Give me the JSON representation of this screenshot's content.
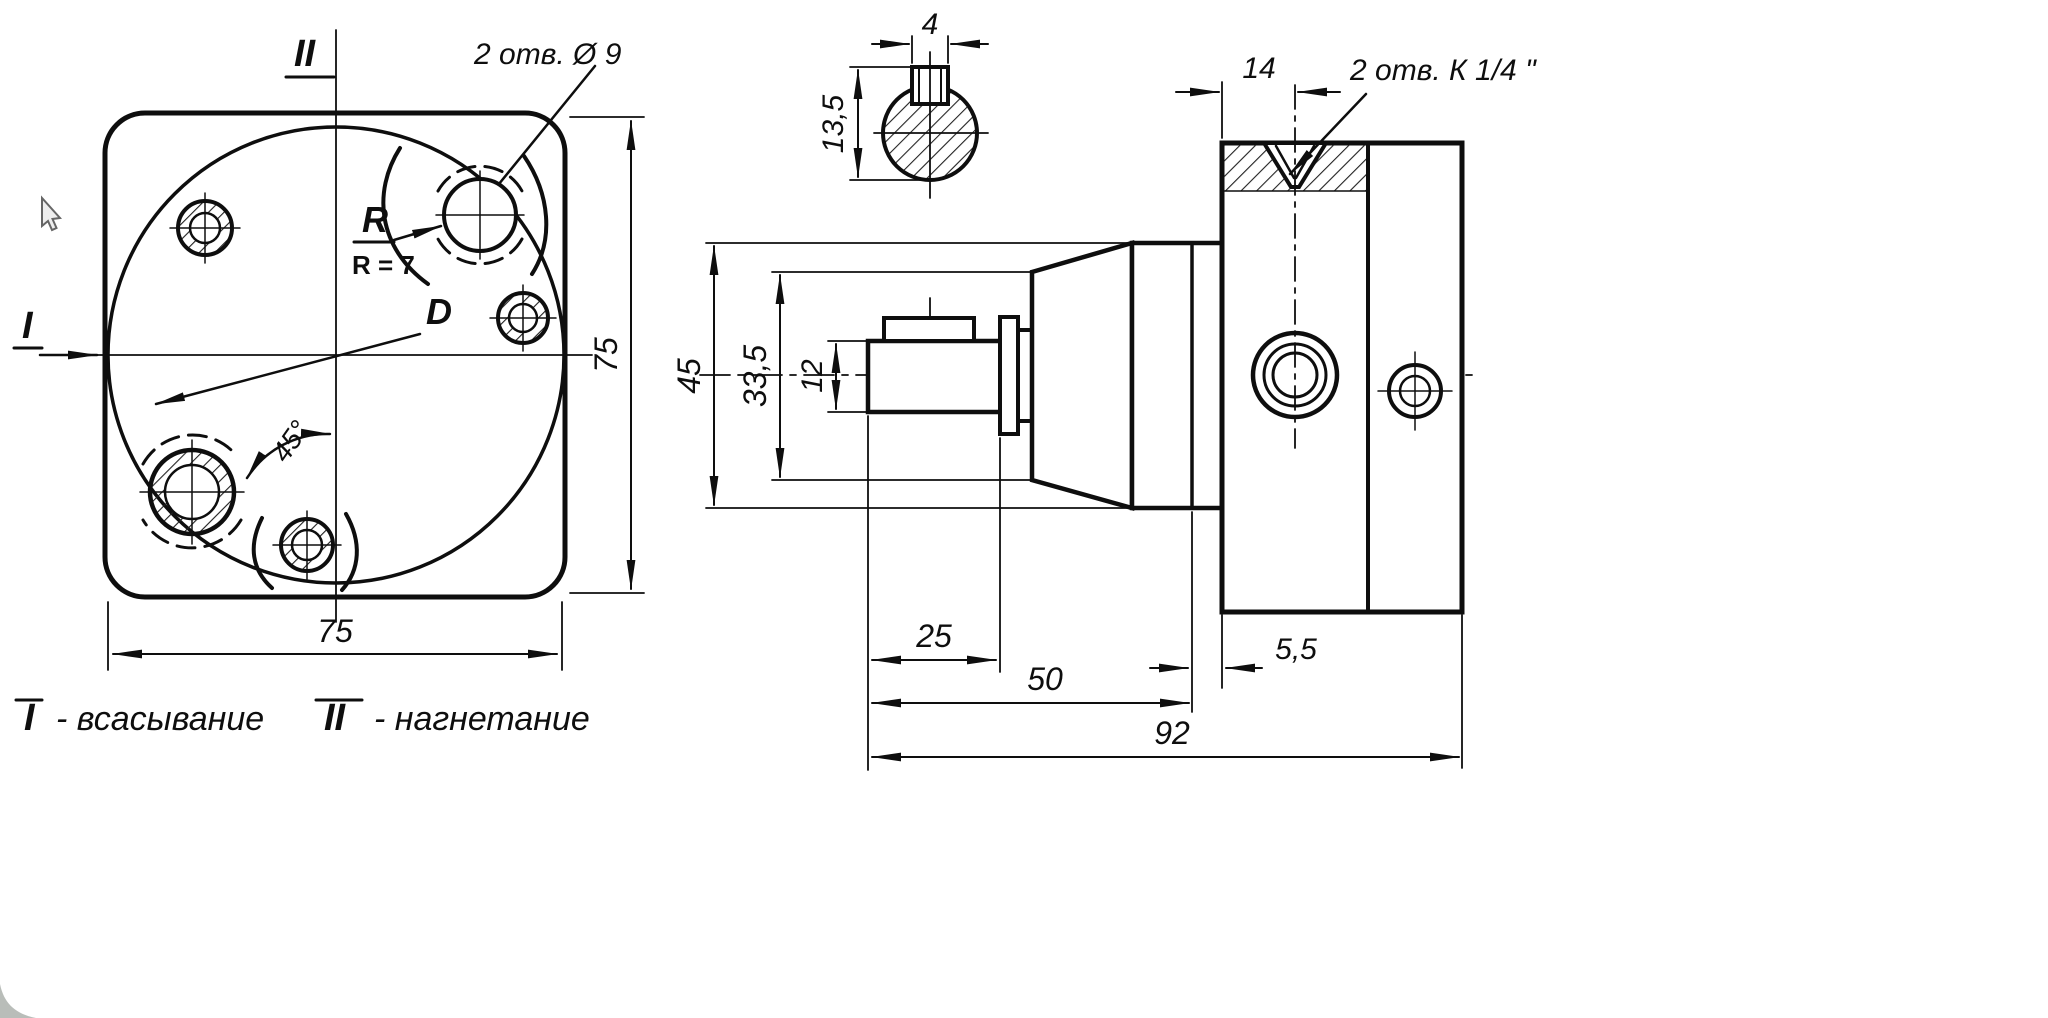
{
  "drawing": {
    "front_view": {
      "label_top": "II",
      "label_left": "I",
      "holes_note": "2 отв. Ø 9",
      "radius_letter": "R",
      "radius_value": "R = 7",
      "diameter_letter": "D",
      "angle_label": "45°",
      "dim_width": "75",
      "dim_height": "75"
    },
    "shaft_section": {
      "dim_key_width": "4",
      "dim_height": "13,5"
    },
    "side_view": {
      "ports_note": "2 отв. К 1/4 \"",
      "dim_overall_height": "45",
      "dim_body_height": "33,5",
      "dim_shaft": "12",
      "dim_shaft_length": "25",
      "dim_body_length": "50",
      "dim_total_length": "92",
      "dim_flange_width": "14",
      "dim_step": "5,5"
    },
    "legend": {
      "suction_symbol": "I",
      "suction_label": "- всасывание",
      "discharge_symbol": "II",
      "discharge_label": "- нагнетание"
    }
  }
}
